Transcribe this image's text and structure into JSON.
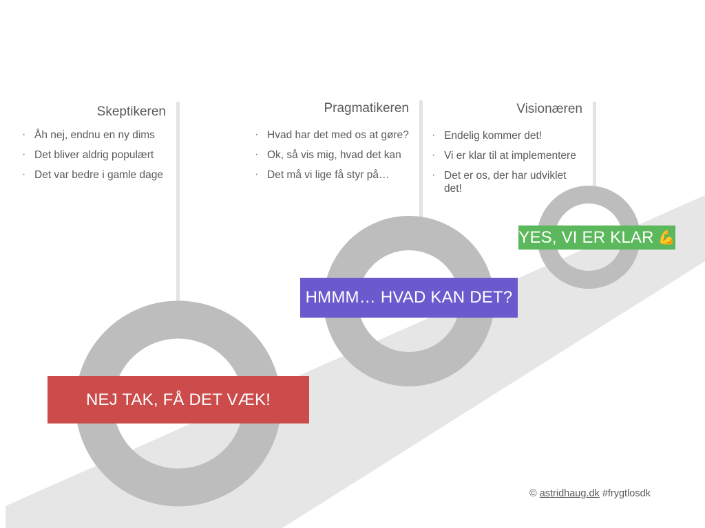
{
  "personas": [
    {
      "title": "Skeptikeren",
      "items": [
        "Åh nej, endnu en ny dims",
        "Det bliver aldrig populært",
        "Det var bedre i gamle dage"
      ]
    },
    {
      "title": "Pragmatikeren",
      "items": [
        "Hvad har det med os at gøre?",
        "Ok, så vis mig, hvad det kan",
        "Det må vi lige få styr på…"
      ]
    },
    {
      "title": "Visionæren",
      "items": [
        "Endelig kommer det!",
        "Vi er klar til at implementere",
        "Det er os, der har udviklet det!"
      ]
    }
  ],
  "banners": [
    {
      "label": "NEJ TAK, FÅ DET VÆK!",
      "color": "#cc4b4b"
    },
    {
      "label": "HMMM… HVAD KAN DET?",
      "color": "#6a5acd"
    },
    {
      "label": "YES, VI ER KLAR",
      "color": "#5cb85c",
      "icon": "flexed-biceps-icon"
    }
  ],
  "footer": {
    "copyright": "©",
    "link_text": "astridhaug.dk",
    "hashtag": "#frygtlosdk"
  },
  "colors": {
    "road": "#e6e6e6",
    "ring": "#bdbdbd",
    "pole": "#e3e3e3"
  }
}
